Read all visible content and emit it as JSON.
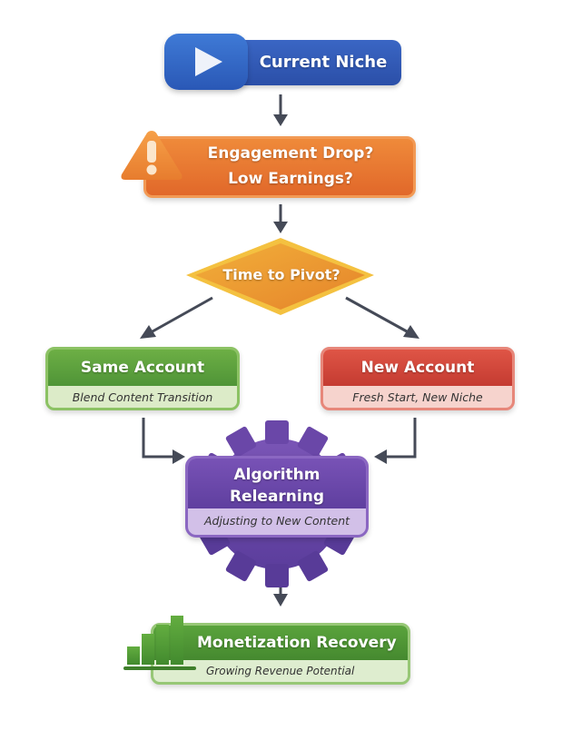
{
  "diagram": {
    "type": "flowchart",
    "nodes": {
      "current_niche": {
        "title": "Current Niche",
        "icon": "play-icon",
        "color": "#2f58b0"
      },
      "engagement": {
        "line1": "Engagement Drop?",
        "line2": "Low Earnings?",
        "icon": "warning-icon",
        "color": "#e46e2d"
      },
      "pivot": {
        "title": "Time to Pivot?",
        "shape": "diamond",
        "color": "#e8982a"
      },
      "same_account": {
        "title": "Same Account",
        "subtitle": "Blend Content Transition",
        "color": "#5a9e3c"
      },
      "new_account": {
        "title": "New Account",
        "subtitle": "Fresh Start, New Niche",
        "color": "#cf4538"
      },
      "algorithm": {
        "line1": "Algorithm",
        "line2": "Relearning",
        "subtitle": "Adjusting to New Content",
        "icon": "gear-icon",
        "color": "#6a47a8"
      },
      "monetization": {
        "title": "Monetization Recovery",
        "subtitle": "Growing Revenue Potential",
        "icon": "bar-chart-icon",
        "color": "#4f952f"
      }
    },
    "edges": [
      {
        "from": "current_niche",
        "to": "engagement"
      },
      {
        "from": "engagement",
        "to": "pivot"
      },
      {
        "from": "pivot",
        "to": "same_account"
      },
      {
        "from": "pivot",
        "to": "new_account"
      },
      {
        "from": "same_account",
        "to": "algorithm"
      },
      {
        "from": "new_account",
        "to": "algorithm"
      },
      {
        "from": "algorithm",
        "to": "monetization"
      }
    ],
    "arrow_color": "#454a57"
  }
}
